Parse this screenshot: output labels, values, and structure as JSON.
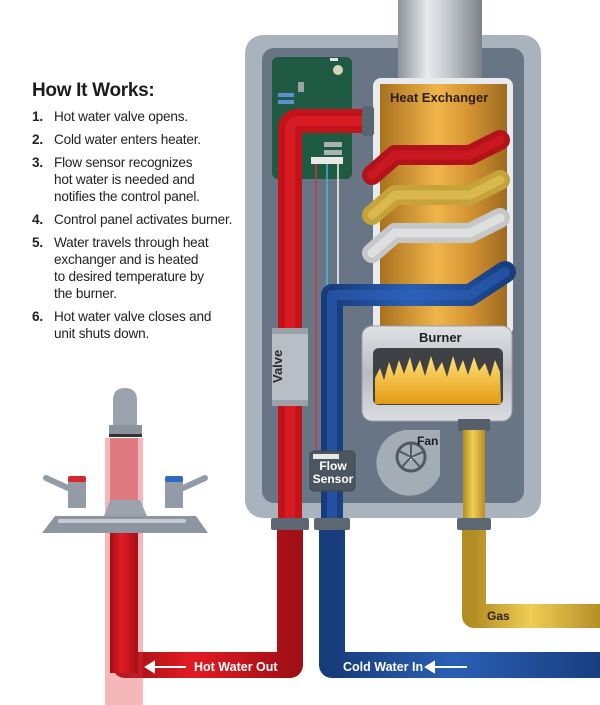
{
  "title": "How It Works:",
  "steps": [
    {
      "num": "1.",
      "lines": [
        "Hot water valve opens."
      ]
    },
    {
      "num": "2.",
      "lines": [
        "Cold water enters heater."
      ]
    },
    {
      "num": "3.",
      "lines": [
        "Flow sensor recognizes",
        "hot water is needed and",
        "notifies the control panel."
      ]
    },
    {
      "num": "4.",
      "lines": [
        "Control panel activates burner."
      ]
    },
    {
      "num": "5.",
      "lines": [
        "Water travels through heat",
        "exchanger and is heated",
        "to desired temperature by",
        "the burner."
      ]
    },
    {
      "num": "6.",
      "lines": [
        "Hot water valve closes and",
        "unit shuts down."
      ]
    }
  ],
  "step_text": {
    "s1": "Hot water valve opens.",
    "s2": "Cold water enters heater.",
    "s3": "Flow sensor recognizes hot water is needed and notifies the control panel.",
    "s4": "Control panel activates burner.",
    "s5": "Water travels through heat exchanger and is heated to desired temperature by the burner.",
    "s6": "Hot water valve closes and unit shuts down."
  },
  "labels": {
    "heat_exchanger": "Heat Exchanger",
    "burner": "Burner",
    "valve": "Valve",
    "flow_sensor_line1": "Flow",
    "flow_sensor_line2": "Sensor",
    "fan": "Fan",
    "gas": "Gas",
    "hot_water_out": "Hot Water Out",
    "cold_water_in": "Cold Water In"
  },
  "colors": {
    "hot_pipe": "#d0141c",
    "cold_pipe": "#1f4f9e",
    "gas_pipe": "#e2bd45",
    "exchanger_gold": "#c98a2c",
    "unit_outer": "#a9b4bf",
    "unit_inner": "#6b7886",
    "pcb_green": "#1f5e45",
    "flame": "#f2b51e"
  }
}
